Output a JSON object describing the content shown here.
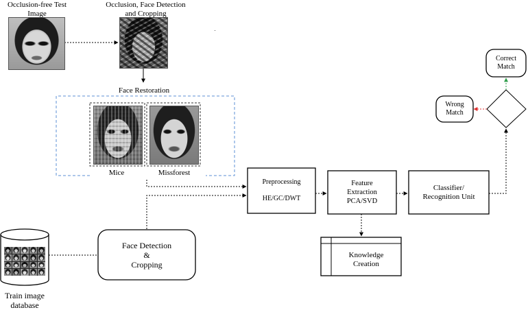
{
  "labels": {
    "test_image": "Occlusion-free Test\nImage",
    "occlusion": "Occlusion, Face Detection\nand Cropping",
    "face_restoration": "Face Restoration",
    "mice": "Mice",
    "missforest": "Missforest",
    "train_db": "Train image\ndatabase",
    "face_detection": "Face Detection\n&\nCropping",
    "preprocessing_title": "Preprocessing",
    "preprocessing_methods": "HE/GC/DWT",
    "feature_extraction": "Feature\nExtraction\nPCA/SVD",
    "classifier": "Classifier/\nRecognition Unit",
    "knowledge": "Knowledge\nCreation",
    "wrong_match": "Wrong\nMatch",
    "correct_match": "Correct\nMatch"
  },
  "colors": {
    "restoration_border": "#5b8fd6",
    "wrong_arrow": "#e03030",
    "correct_arrow": "#2e9e4a",
    "stroke": "#000000"
  }
}
